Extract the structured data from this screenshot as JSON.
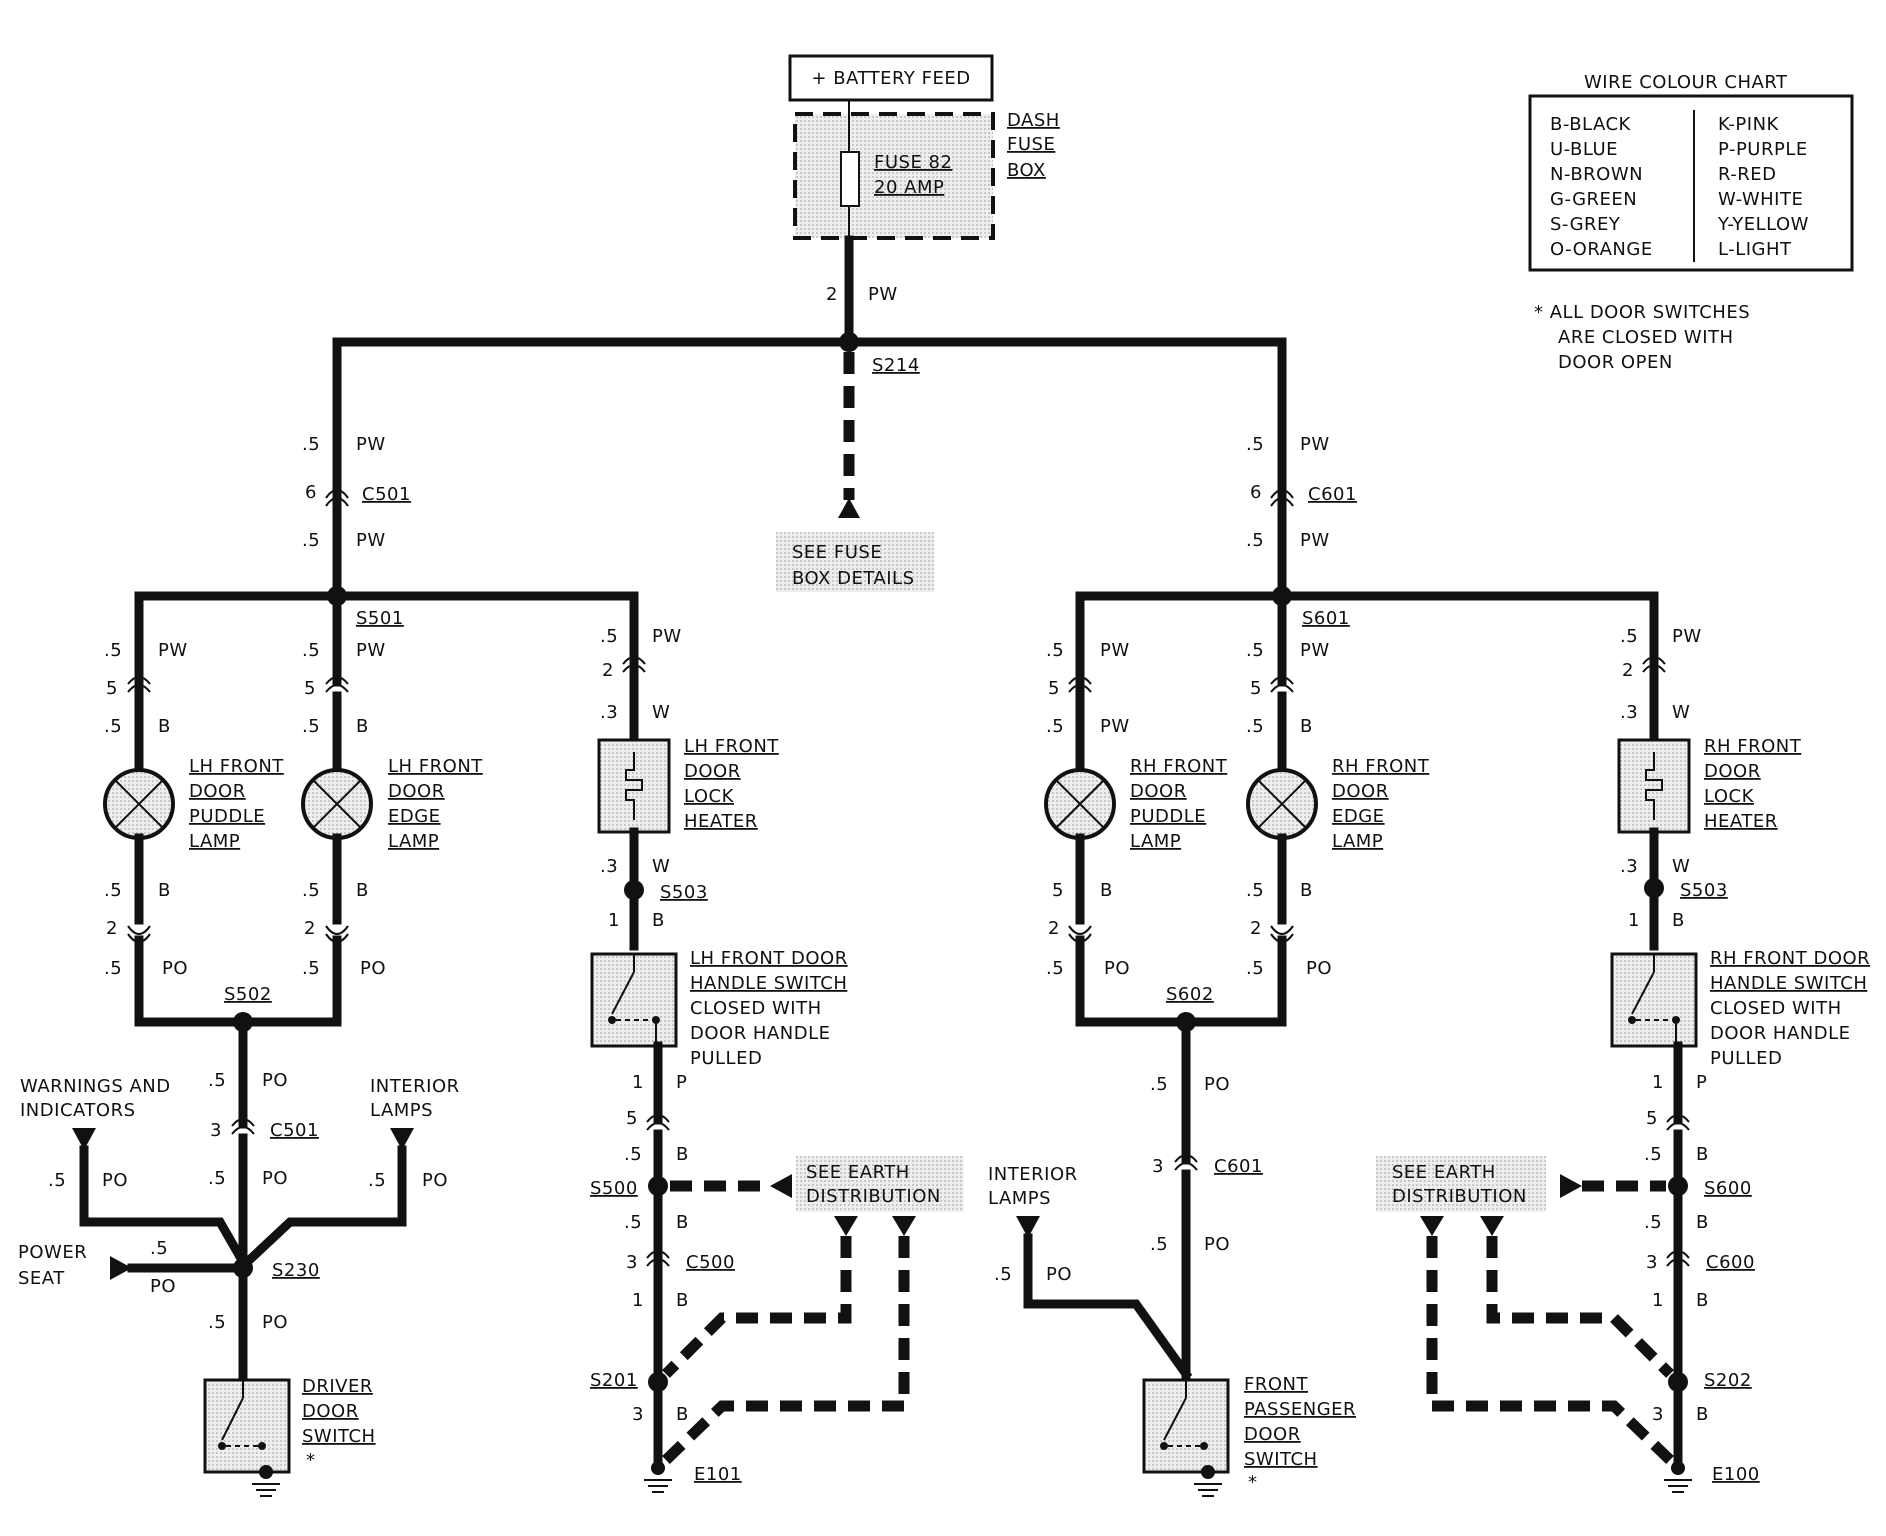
{
  "battery_feed": "+ BATTERY FEED",
  "fuse_box": {
    "name": [
      "DASH",
      "FUSE",
      "BOX"
    ],
    "fuse": [
      "FUSE 82",
      "20 AMP"
    ]
  },
  "see_fuse_box": [
    "SEE FUSE",
    "BOX DETAILS"
  ],
  "see_earth": [
    "SEE EARTH",
    "DISTRIBUTION"
  ],
  "splices": {
    "s214": "S214",
    "s501": "S501",
    "s502": "S502",
    "s503": "S503",
    "s500": "S500",
    "s230": "S230",
    "s201": "S201",
    "s601": "S601",
    "s602": "S602",
    "s600": "S600",
    "s202": "S202"
  },
  "connectors": {
    "c501": "C501",
    "c601": "C601",
    "c500": "C500",
    "c600": "C600"
  },
  "earths": {
    "e101": "E101",
    "e100": "E100"
  },
  "wires": {
    "main_num": "2",
    "pw": "PW",
    "b": "B",
    "w": "W",
    "po": "PO",
    "p": "P",
    "g5": ".5",
    "g3": ".3",
    "n1": "1",
    "n2": "2",
    "n3": "3",
    "n5": "5",
    "n6": "6"
  },
  "components": {
    "lh_puddle": [
      "LH FRONT",
      "DOOR",
      "PUDDLE",
      "LAMP"
    ],
    "lh_edge": [
      "LH FRONT",
      "DOOR",
      "EDGE",
      "LAMP"
    ],
    "lh_heater": [
      "LH FRONT",
      "DOOR",
      "LOCK",
      "HEATER"
    ],
    "lh_handle": [
      "LH FRONT DOOR",
      "HANDLE SWITCH",
      "CLOSED WITH",
      "DOOR HANDLE",
      "PULLED"
    ],
    "rh_puddle": [
      "RH FRONT",
      "DOOR",
      "PUDDLE",
      "LAMP"
    ],
    "rh_edge": [
      "RH FRONT",
      "DOOR",
      "EDGE",
      "LAMP"
    ],
    "rh_heater": [
      "RH FRONT",
      "DOOR",
      "LOCK",
      "HEATER"
    ],
    "rh_handle": [
      "RH FRONT DOOR",
      "HANDLE SWITCH",
      "CLOSED WITH",
      "DOOR HANDLE",
      "PULLED"
    ],
    "driver_switch": [
      "DRIVER",
      "DOOR",
      "SWITCH",
      "*"
    ],
    "passenger_switch": [
      "FRONT",
      "PASSENGER",
      "DOOR",
      "SWITCH",
      "*"
    ]
  },
  "side_labels": {
    "warnings": [
      "WARNINGS AND",
      "INDICATORS"
    ],
    "interior_lamps": [
      "INTERIOR",
      "LAMPS"
    ],
    "power_seat": [
      "POWER",
      "SEAT"
    ]
  },
  "colour_chart": {
    "title": "WIRE COLOUR CHART",
    "left": [
      "B-BLACK",
      "U-BLUE",
      "N-BROWN",
      "G-GREEN",
      "S-GREY",
      "O-ORANGE"
    ],
    "right": [
      "K-PINK",
      "P-PURPLE",
      "R-RED",
      "W-WHITE",
      "Y-YELLOW",
      "L-LIGHT"
    ]
  },
  "note": [
    "*  ALL DOOR SWITCHES",
    "ARE CLOSED WITH",
    "DOOR OPEN"
  ]
}
